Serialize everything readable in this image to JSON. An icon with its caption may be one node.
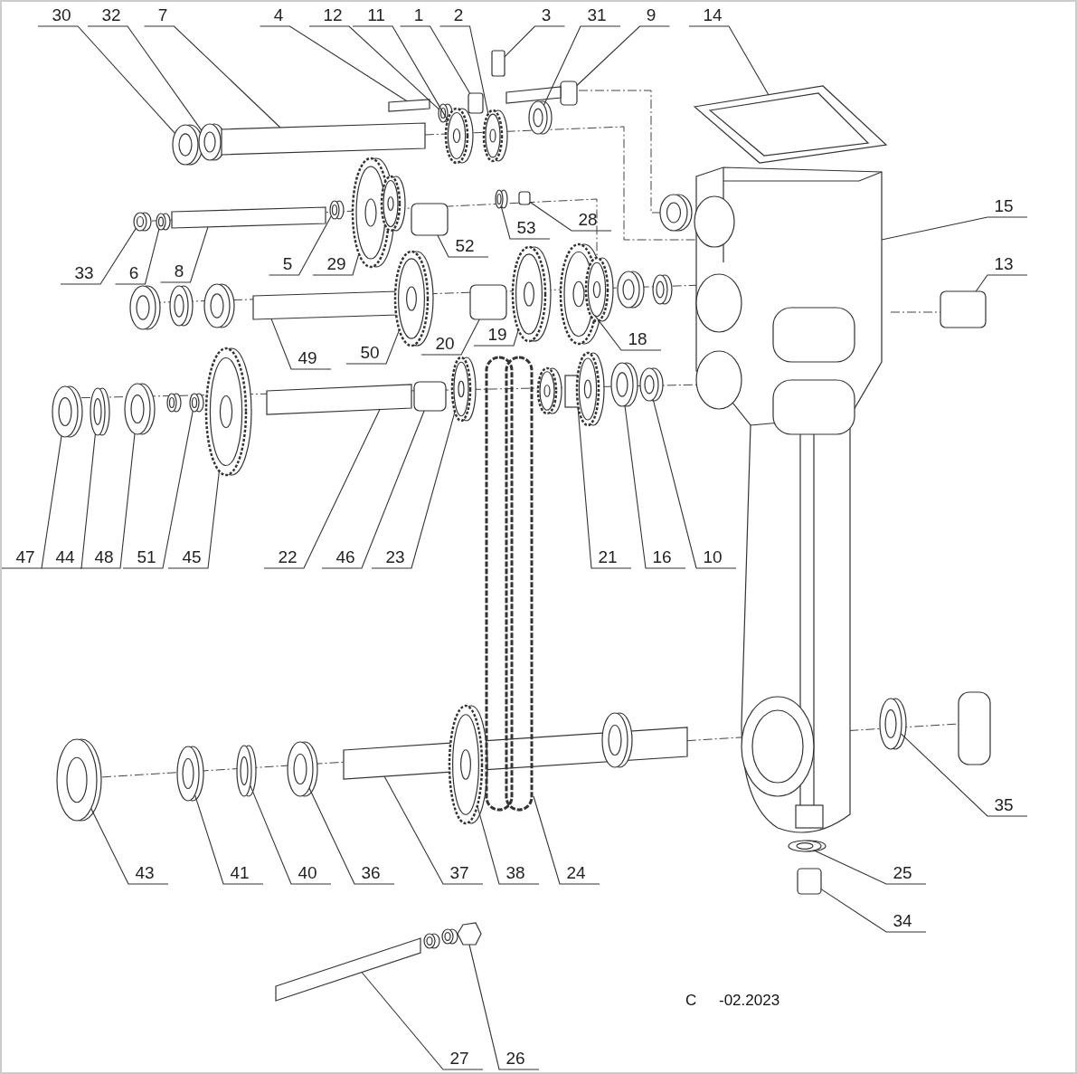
{
  "diagram": {
    "nodes": [
      {
        "text": [
          "30"
        ]
      },
      {
        "text": [
          "32"
        ]
      },
      {
        "text": [
          "7"
        ]
      },
      {
        "text": [
          "4"
        ]
      },
      {
        "text": [
          "12"
        ]
      },
      {
        "text": [
          "11"
        ]
      },
      {
        "text": [
          "1"
        ]
      },
      {
        "text": [
          "2"
        ]
      },
      {
        "text": [
          "3"
        ]
      },
      {
        "text": [
          "31"
        ]
      },
      {
        "text": [
          "9"
        ]
      },
      {
        "text": [
          "14"
        ]
      },
      {
        "text": [
          "15"
        ]
      },
      {
        "text": [
          "28"
        ]
      },
      {
        "text": [
          "53"
        ]
      },
      {
        "text": [
          "52"
        ]
      },
      {
        "text": [
          "33"
        ]
      },
      {
        "text": [
          "6"
        ]
      },
      {
        "text": [
          "8"
        ]
      },
      {
        "text": [
          "5"
        ]
      },
      {
        "text": [
          "29"
        ]
      },
      {
        "text": [
          "13"
        ]
      },
      {
        "text": [
          "49"
        ]
      },
      {
        "text": [
          "50"
        ]
      },
      {
        "text": [
          "20"
        ]
      },
      {
        "text": [
          "19"
        ]
      },
      {
        "text": [
          "18"
        ]
      },
      {
        "text": [
          "47"
        ]
      },
      {
        "text": [
          "44"
        ]
      },
      {
        "text": [
          "48"
        ]
      },
      {
        "text": [
          "51"
        ]
      },
      {
        "text": [
          "45"
        ]
      },
      {
        "text": [
          "22"
        ]
      },
      {
        "text": [
          "46"
        ]
      },
      {
        "text": [
          "23"
        ]
      },
      {
        "text": [
          "21"
        ]
      },
      {
        "text": [
          "16"
        ]
      },
      {
        "text": [
          "10"
        ]
      },
      {
        "text": [
          "35"
        ]
      },
      {
        "text": [
          "43"
        ]
      },
      {
        "text": [
          "41"
        ]
      },
      {
        "text": [
          "40"
        ]
      },
      {
        "text": [
          "36"
        ]
      },
      {
        "text": [
          "37"
        ]
      },
      {
        "text": [
          "38"
        ]
      },
      {
        "text": [
          "24"
        ]
      },
      {
        "text": [
          "25"
        ]
      },
      {
        "text": [
          "34"
        ]
      },
      {
        "text": [
          "27"
        ]
      },
      {
        "text": [
          "26"
        ]
      },
      {
        "text": [],
        "shape": "picture"
      },
      {
        "text": [],
        "shape": "picture"
      },
      {
        "text": [],
        "shape": "box"
      },
      {
        "text": [],
        "shape": "box"
      },
      {
        "text": [],
        "shape": "circle"
      },
      {
        "text": [],
        "shape": "picture"
      },
      {
        "text": [],
        "shape": "box"
      },
      {
        "text": [],
        "shape": "picture"
      },
      {
        "text": [],
        "shape": "box"
      },
      {
        "text": [],
        "shape": "picture"
      },
      {
        "text": [],
        "shape": "box"
      },
      {
        "text": [],
        "shape": "picture"
      },
      {
        "text": [],
        "shape": "picture"
      },
      {
        "text": [],
        "shape": "box"
      },
      {
        "text": [],
        "shape": "circle"
      },
      {
        "text": [],
        "shape": "box"
      },
      {
        "text": [],
        "shape": "circle"
      },
      {
        "text": [],
        "shape": "circle"
      },
      {
        "text": [],
        "shape": "box"
      },
      {
        "text": [],
        "shape": "circle"
      },
      {
        "text": [],
        "shape": "picture"
      },
      {
        "text": [],
        "shape": "box"
      },
      {
        "text": [],
        "shape": "box"
      },
      {
        "text": [],
        "shape": "picture"
      },
      {
        "text": [],
        "shape": "box"
      },
      {
        "text": [],
        "shape": "picture"
      },
      {
        "text": [],
        "shape": "picture"
      },
      {
        "text": [],
        "shape": "picture"
      },
      {
        "text": [],
        "shape": "circle"
      },
      {
        "text": [],
        "shape": "picture"
      },
      {
        "text": [],
        "shape": "circle"
      },
      {
        "text": [],
        "shape": "picture"
      },
      {
        "text": [],
        "shape": "box"
      },
      {
        "text": [],
        "shape": "box"
      },
      {
        "text": [],
        "shape": "picture"
      },
      {
        "text": [],
        "shape": "picture"
      },
      {
        "text": [],
        "shape": "picture"
      },
      {
        "text": [],
        "shape": "picture"
      },
      {
        "text": [],
        "shape": "picture"
      },
      {
        "text": [],
        "shape": "picture"
      },
      {
        "text": [],
        "shape": "picture"
      },
      {
        "text": [],
        "shape": "circle"
      },
      {
        "text": [],
        "shape": "picture"
      },
      {
        "text": [],
        "shape": "box"
      },
      {
        "text": [],
        "shape": "picture"
      },
      {
        "text": [],
        "shape": "box"
      },
      {
        "text": [],
        "shape": "picture"
      },
      {
        "text": [],
        "shape": "box"
      },
      {
        "text": [],
        "shape": "box"
      },
      {
        "text": [],
        "shape": "hexagon"
      },
      {
        "text": [],
        "shape": "picture"
      },
      {
        "text": [],
        "shape": "picture"
      },
      {
        "text": [],
        "shape": "picture"
      },
      {
        "text": [],
        "shape": "picture"
      },
      {
        "text": [],
        "shape": "picture"
      },
      {
        "text": [],
        "shape": "circle"
      },
      {
        "text": [],
        "shape": "circle"
      },
      {
        "text": [],
        "shape": "picture"
      },
      {
        "text": [],
        "shape": "box"
      },
      {
        "text": [],
        "shape": "circle"
      },
      {
        "text": [],
        "shape": "circle"
      }
    ],
    "edges": [
      {
        "from": 0,
        "to": 50,
        "arrow": "none"
      },
      {
        "from": 1,
        "to": 51,
        "arrow": "none"
      },
      {
        "from": 2,
        "to": 52,
        "arrow": "none"
      },
      {
        "from": 3,
        "to": 53,
        "arrow": "none"
      },
      {
        "from": 4,
        "to": 54,
        "arrow": "none"
      },
      {
        "from": 5,
        "to": 55,
        "arrow": "none"
      },
      {
        "from": 6,
        "to": 56,
        "arrow": "none"
      },
      {
        "from": 7,
        "to": 57,
        "arrow": "none"
      },
      {
        "from": 8,
        "to": 58,
        "arrow": "none"
      },
      {
        "from": 9,
        "to": 59,
        "arrow": "none"
      },
      {
        "from": 10,
        "to": 60,
        "arrow": "none"
      },
      {
        "from": 11,
        "to": 61,
        "arrow": "none"
      },
      {
        "from": 12,
        "to": 62,
        "arrow": "none"
      },
      {
        "from": 13,
        "to": 63,
        "arrow": "none"
      },
      {
        "from": 14,
        "to": 64,
        "arrow": "none"
      },
      {
        "from": 15,
        "to": 65,
        "arrow": "none"
      },
      {
        "from": 16,
        "to": 66,
        "arrow": "none"
      },
      {
        "from": 17,
        "to": 67,
        "arrow": "none"
      },
      {
        "from": 18,
        "to": 68,
        "arrow": "none"
      },
      {
        "from": 19,
        "to": 69,
        "arrow": "none"
      },
      {
        "from": 20,
        "to": 70,
        "arrow": "none"
      },
      {
        "from": 21,
        "to": 71,
        "arrow": "none"
      },
      {
        "from": 22,
        "to": 72,
        "arrow": "none"
      },
      {
        "from": 23,
        "to": 73,
        "arrow": "none"
      },
      {
        "from": 24,
        "to": 74,
        "arrow": "none"
      },
      {
        "from": 25,
        "to": 75,
        "arrow": "none"
      },
      {
        "from": 26,
        "to": 76,
        "arrow": "none"
      },
      {
        "from": 27,
        "to": 77,
        "arrow": "none"
      },
      {
        "from": 28,
        "to": 78,
        "arrow": "none"
      },
      {
        "from": 29,
        "to": 79,
        "arrow": "none"
      },
      {
        "from": 30,
        "to": 80,
        "arrow": "none"
      },
      {
        "from": 31,
        "to": 81,
        "arrow": "none"
      },
      {
        "from": 32,
        "to": 82,
        "arrow": "none"
      },
      {
        "from": 33,
        "to": 83,
        "arrow": "none"
      },
      {
        "from": 34,
        "to": 84,
        "arrow": "none"
      },
      {
        "from": 35,
        "to": 85,
        "arrow": "none"
      },
      {
        "from": 36,
        "to": 86,
        "arrow": "none"
      },
      {
        "from": 37,
        "to": 87,
        "arrow": "none"
      },
      {
        "from": 38,
        "to": 88,
        "arrow": "none"
      },
      {
        "from": 39,
        "to": 89,
        "arrow": "none"
      },
      {
        "from": 40,
        "to": 90,
        "arrow": "none"
      },
      {
        "from": 41,
        "to": 91,
        "arrow": "none"
      },
      {
        "from": 42,
        "to": 92,
        "arrow": "none"
      },
      {
        "from": 43,
        "to": 93,
        "arrow": "none"
      },
      {
        "from": 44,
        "to": 94,
        "arrow": "none"
      },
      {
        "from": 45,
        "to": 95,
        "arrow": "none"
      },
      {
        "from": 46,
        "to": 96,
        "arrow": "none"
      },
      {
        "from": 47,
        "to": 97,
        "arrow": "none"
      },
      {
        "from": 48,
        "to": 98,
        "arrow": "none"
      },
      {
        "from": 49,
        "to": 99,
        "arrow": "none"
      }
    ],
    "labels": [
      "C",
      "-02.2023"
    ]
  }
}
